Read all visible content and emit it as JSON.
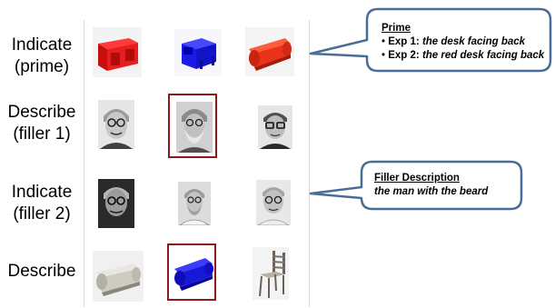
{
  "rows": [
    {
      "label_line1": "Indicate",
      "label_line2": "(prime)"
    },
    {
      "label_line1": "Describe",
      "label_line2": "(filler 1)"
    },
    {
      "label_line1": "Indicate",
      "label_line2": "(filler 2)"
    },
    {
      "label_line1": "Describe",
      "label_line2": ""
    }
  ],
  "images": {
    "row1": [
      "red-desk-icon",
      "blue-desk-icon",
      "red-sofa-icon"
    ],
    "row2": [
      "man-glasses-photo",
      "bearded-man-photo",
      "man-glasses-photo"
    ],
    "row3": [
      "man-glasses-photo",
      "bearded-man-photo",
      "man-glasses-photo"
    ],
    "row4": [
      "white-sofa-icon",
      "blue-sofa-icon",
      "chair-icon"
    ]
  },
  "prime_callout": {
    "title": "Prime",
    "bullets": [
      {
        "exp": "Exp 1:",
        "text": "the desk facing back"
      },
      {
        "exp": "Exp 2:",
        "text": "the red desk facing back"
      }
    ]
  },
  "filler_callout": {
    "title": "Filler Description",
    "description": "the man with the beard"
  },
  "colors": {
    "callout_border": "#4a6d96",
    "selection_border": "#8b1a1a",
    "red": "#e8201f",
    "blue": "#1818e6"
  }
}
